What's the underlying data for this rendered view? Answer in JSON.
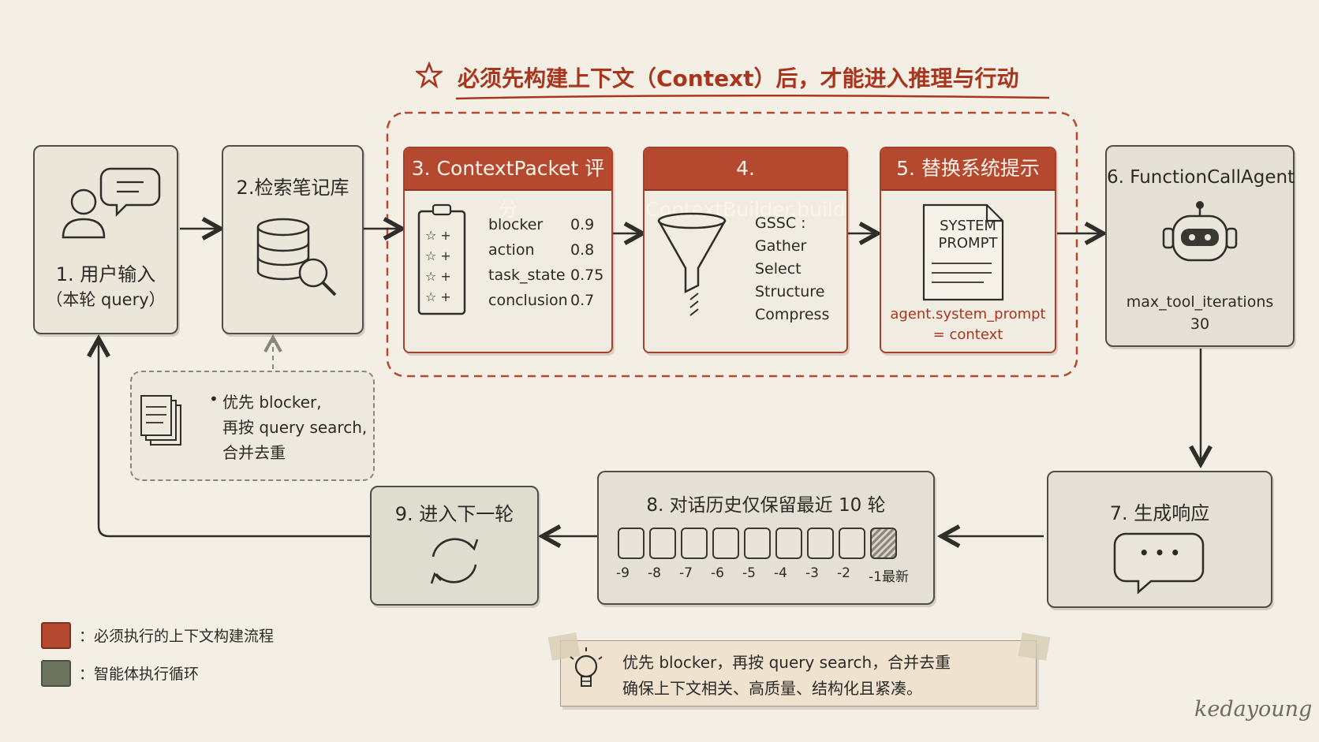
{
  "header": {
    "title": "必须先构建上下文（Context）后，才能进入推理与行动"
  },
  "steps": {
    "s1": {
      "title": "1. 用户输入",
      "sub": "（本轮 query）"
    },
    "s2": {
      "title": "2.检索笔记库"
    },
    "s3": {
      "title": "3. ContextPacket 评分",
      "rows": [
        {
          "key": "blocker",
          "val": "0.9"
        },
        {
          "key": "action",
          "val": "0.8"
        },
        {
          "key": "task_state",
          "val": "0.75"
        },
        {
          "key": "conclusion",
          "val": "0.7"
        }
      ]
    },
    "s4": {
      "title": "4. ContextBuilder.build",
      "lines": [
        "GSSC :",
        "Gather",
        "Select",
        "Structure",
        "Compress"
      ]
    },
    "s5": {
      "title": "5. 替换系统提示",
      "doc_line1": "SYSTEM",
      "doc_line2": "PROMPT",
      "code1": "agent.system_prompt",
      "code2": "= context"
    },
    "s6": {
      "title": "6. FunctionCallAgent",
      "param": "max_tool_iterations",
      "value": "30"
    },
    "s7": {
      "title": "7. 生成响应",
      "bubble": "• • •"
    },
    "s8": {
      "title": "8. 对话历史仅保留最近 10 轮",
      "ticks": [
        "-9",
        "-8",
        "-7",
        "-6",
        "-5",
        "-4",
        "-3",
        "-2",
        "-1最新"
      ]
    },
    "s9": {
      "title": "9. 进入下一轮"
    }
  },
  "note": {
    "bullet": "•",
    "line1": "优先 blocker,",
    "line2": "再按 query search,",
    "line3": "合并去重"
  },
  "legend": [
    {
      "color": "#b5492f",
      "text": "：必须执行的上下文构建流程"
    },
    {
      "color": "#6d7560",
      "text": "：智能体执行循环"
    }
  ],
  "tip": {
    "line1": "优先 blocker，再按 query search，合并去重",
    "line2": "确保上下文相关、高质量、结构化且紧凑。"
  },
  "signature": "kedayoung"
}
